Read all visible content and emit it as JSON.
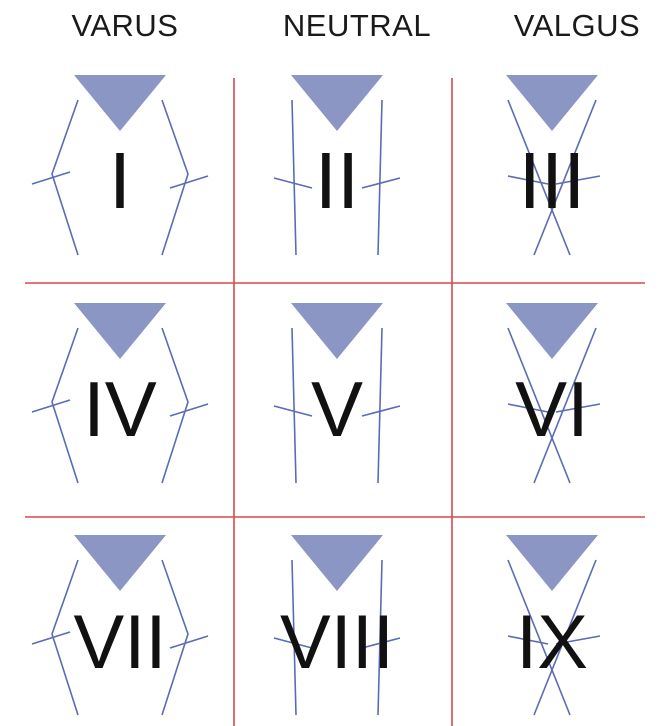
{
  "columns": [
    {
      "label": "VARUS"
    },
    {
      "label": "NEUTRAL"
    },
    {
      "label": "VALGUS"
    }
  ],
  "cells": [
    {
      "numeral": "I",
      "alignment": "varus"
    },
    {
      "numeral": "II",
      "alignment": "neutral"
    },
    {
      "numeral": "III",
      "alignment": "valgus"
    },
    {
      "numeral": "IV",
      "alignment": "varus"
    },
    {
      "numeral": "V",
      "alignment": "neutral"
    },
    {
      "numeral": "VI",
      "alignment": "valgus"
    },
    {
      "numeral": "VII",
      "alignment": "varus"
    },
    {
      "numeral": "VIII",
      "alignment": "neutral"
    },
    {
      "numeral": "IX",
      "alignment": "valgus"
    }
  ],
  "colors": {
    "grid_line": "#d9484c",
    "triangle": "#8c96c4",
    "leg_line": "#5b6bb5",
    "numeral": "#111111"
  },
  "icons": {
    "triangle": "patella-triangle-icon"
  }
}
